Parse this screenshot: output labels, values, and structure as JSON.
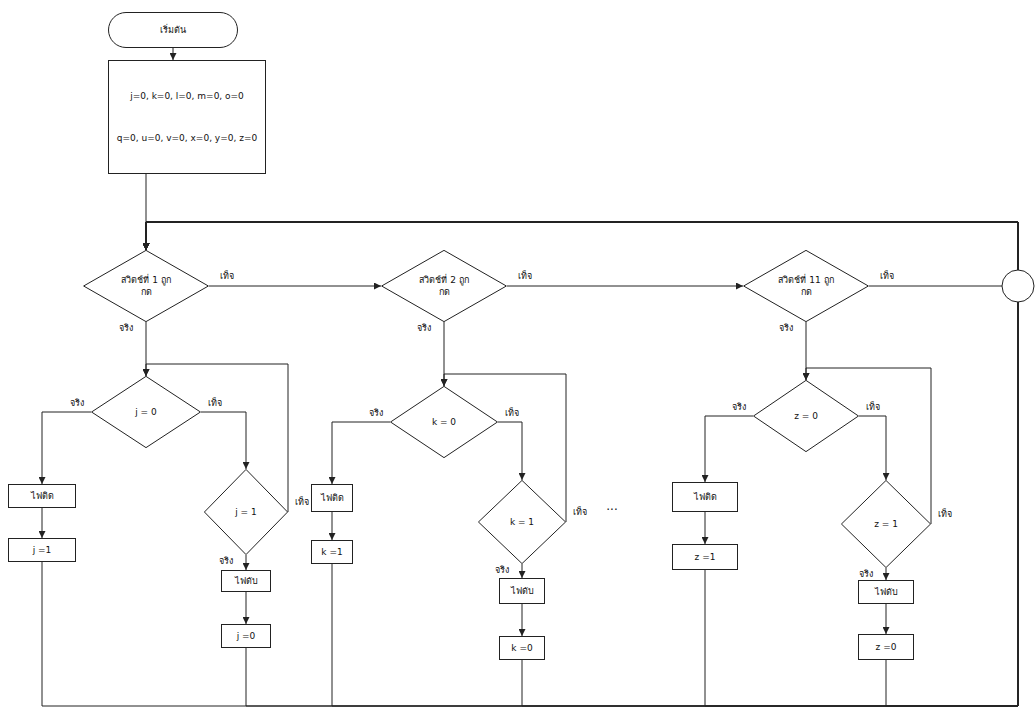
{
  "diagram": {
    "nodes": [
      {
        "text": [
          "เริ่มต้น"
        ]
      },
      {
        "text": [
          "j=0, k=0, l=0, m=0, o=0",
          "q=0, u=0, v=0, x=0, y=0, z=0"
        ]
      },
      {
        "text": [
          "สวิตช์ที่ 1 ถูกกด"
        ]
      },
      {
        "text": [
          "สวิตช์ที่ 2 ถูกกด"
        ]
      },
      {
        "text": [
          "สวิตช์ที่ 11 ถูกกด"
        ]
      },
      {
        "text": [
          "j = 0"
        ]
      },
      {
        "text": [
          "j = 1"
        ]
      },
      {
        "text": [
          "ไฟติด"
        ]
      },
      {
        "text": [
          "j =1"
        ]
      },
      {
        "text": [
          "ไฟดับ"
        ]
      },
      {
        "text": [
          "j =0"
        ]
      },
      {
        "text": [
          "k = 0"
        ]
      },
      {
        "text": [
          "k = 1"
        ]
      },
      {
        "text": [
          "ไฟติด"
        ]
      },
      {
        "text": [
          "k =1"
        ]
      },
      {
        "text": [
          "ไฟดับ"
        ]
      },
      {
        "text": [
          "k =0"
        ]
      },
      {
        "text": [
          "z = 0"
        ]
      },
      {
        "text": [
          "z = 1"
        ]
      },
      {
        "text": [
          "ไฟติด"
        ]
      },
      {
        "text": [
          "z =1"
        ]
      },
      {
        "text": [
          "ไฟดับ"
        ]
      },
      {
        "text": [
          "z =0"
        ]
      }
    ],
    "edges": [
      {
        "from": 0,
        "to": 1,
        "arrow": "to"
      },
      {
        "from": 1,
        "to": 2,
        "arrow": "to"
      },
      {
        "from": 2,
        "to": 3,
        "label": "เท็จ",
        "arrow": "to"
      },
      {
        "from": 3,
        "to": 4,
        "label": "เท็จ",
        "arrow": "to"
      },
      {
        "from": 4,
        "to": 2,
        "label": "เท็จ",
        "arrow": "to"
      },
      {
        "from": 2,
        "to": 5,
        "label": "จริง",
        "arrow": "to"
      },
      {
        "from": 5,
        "to": 7,
        "label": "จริง",
        "arrow": "to"
      },
      {
        "from": 7,
        "to": 8,
        "arrow": "to"
      },
      {
        "from": 5,
        "to": 6,
        "label": "เท็จ",
        "arrow": "to"
      },
      {
        "from": 6,
        "to": 9,
        "label": "จริง",
        "arrow": "to"
      },
      {
        "from": 9,
        "to": 10,
        "arrow": "to"
      },
      {
        "from": 6,
        "to": 5,
        "label": "เท็จ",
        "arrow": "to"
      },
      {
        "from": 8,
        "to": 2,
        "arrow": "to"
      },
      {
        "from": 10,
        "to": 2,
        "arrow": "to"
      },
      {
        "from": 3,
        "to": 11,
        "label": "จริง",
        "arrow": "to"
      },
      {
        "from": 11,
        "to": 13,
        "label": "จริง",
        "arrow": "to"
      },
      {
        "from": 13,
        "to": 14,
        "arrow": "to"
      },
      {
        "from": 11,
        "to": 12,
        "label": "เท็จ",
        "arrow": "to"
      },
      {
        "from": 12,
        "to": 15,
        "label": "จริง",
        "arrow": "to"
      },
      {
        "from": 15,
        "to": 16,
        "arrow": "to"
      },
      {
        "from": 12,
        "to": 11,
        "label": "เท็จ",
        "arrow": "to"
      },
      {
        "from": 14,
        "to": 2,
        "arrow": "to"
      },
      {
        "from": 16,
        "to": 2,
        "arrow": "to"
      },
      {
        "from": 4,
        "to": 17,
        "label": "จริง",
        "arrow": "to"
      },
      {
        "from": 17,
        "to": 19,
        "label": "จริง",
        "arrow": "to"
      },
      {
        "from": 19,
        "to": 20,
        "arrow": "to"
      },
      {
        "from": 17,
        "to": 18,
        "label": "เท็จ",
        "arrow": "to"
      },
      {
        "from": 18,
        "to": 21,
        "label": "จริง",
        "arrow": "to"
      },
      {
        "from": 21,
        "to": 22,
        "arrow": "to"
      },
      {
        "from": 18,
        "to": 17,
        "label": "เท็จ",
        "arrow": "to"
      },
      {
        "from": 20,
        "to": 2,
        "arrow": "to"
      },
      {
        "from": 22,
        "to": 2,
        "arrow": "to"
      }
    ],
    "labels": [
      "..."
    ]
  }
}
